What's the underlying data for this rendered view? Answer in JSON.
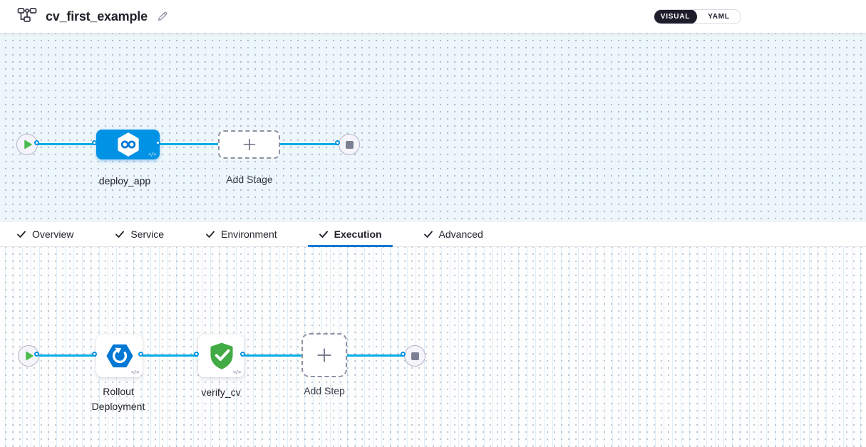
{
  "header": {
    "title": "cv_first_example",
    "view_toggle": {
      "options": [
        "VISUAL",
        "YAML"
      ],
      "selected": "VISUAL"
    }
  },
  "stage_pipeline": {
    "stage_label": "deploy_app",
    "add_stage_label": "Add Stage"
  },
  "tabs": {
    "items": [
      {
        "label": "Overview",
        "checked": true
      },
      {
        "label": "Service",
        "checked": true
      },
      {
        "label": "Environment",
        "checked": true
      },
      {
        "label": "Execution",
        "checked": true,
        "active": true
      },
      {
        "label": "Advanced",
        "checked": true
      }
    ]
  },
  "execution": {
    "steps": [
      {
        "label": "Rollout Deployment",
        "icon": "k8s-rollout-icon"
      },
      {
        "label": "verify_cv",
        "icon": "verify-shield-icon"
      }
    ],
    "add_step_label": "Add Step"
  },
  "icons": {
    "code_glyph": "</>"
  },
  "colors": {
    "accent_blue": "#0278d5",
    "node_blue": "#0092e4",
    "connector_blue": "#00ade4",
    "play_green": "#4cbb4f",
    "shield_green": "#42ab45",
    "toggle_dark": "#1d1d2c",
    "canvas_tint": "#edf6fb"
  }
}
